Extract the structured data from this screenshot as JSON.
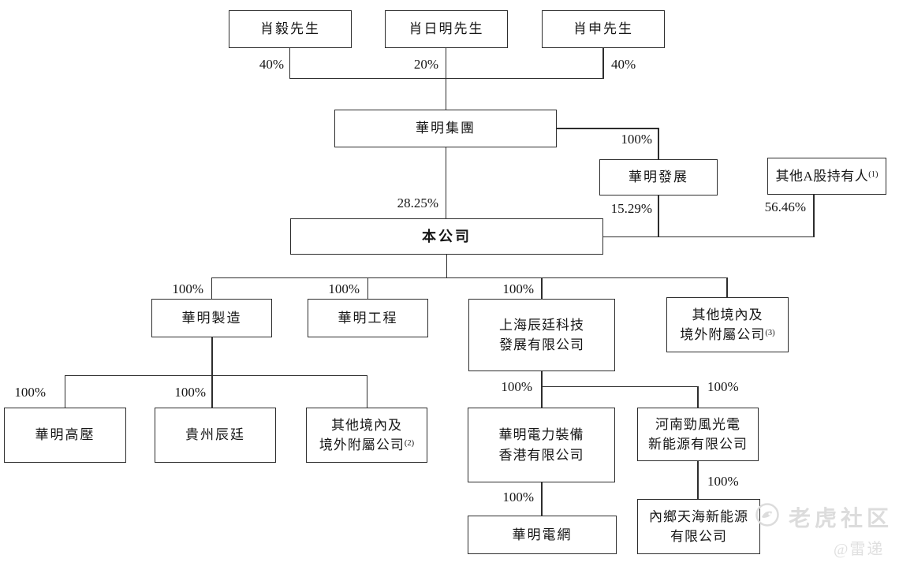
{
  "colors": {
    "line": "#2d2d2d",
    "box_border": "#2d2d2d",
    "watermark": "#dcdcdc"
  },
  "diagram": {
    "nodes": {
      "xiao_yi": {
        "label": "肖毅先生"
      },
      "xiao_riming": {
        "label": "肖日明先生"
      },
      "xiao_shen": {
        "label": "肖申先生"
      },
      "huaming_group": {
        "label": "華明集團"
      },
      "huaming_development": {
        "label": "華明發展"
      },
      "other_a_shareholders": {
        "label": "其他A股持有人",
        "sup": "(1)"
      },
      "company": {
        "label": "本公司"
      },
      "huaming_manufacturing": {
        "label": "華明製造"
      },
      "huaming_engineering": {
        "label": "華明工程"
      },
      "shanghai_chenting": {
        "line1": "上海辰廷科技",
        "line2": "發展有限公司"
      },
      "other_subsidiaries_3": {
        "line1": "其他境內及",
        "line2": "境外附屬公司",
        "sup": "(3)"
      },
      "huaming_high_voltage": {
        "label": "華明高壓"
      },
      "guizhou_chenting": {
        "label": "貴州辰廷"
      },
      "other_subsidiaries_2": {
        "line1": "其他境內及",
        "line2": "境外附屬公司",
        "sup": "(2)"
      },
      "huaming_power_hk": {
        "line1": "華明電力裝備",
        "line2": "香港有限公司"
      },
      "henan_jinfeng": {
        "line1": "河南勁風光電",
        "line2": "新能源有限公司"
      },
      "huaming_grid": {
        "label": "華明電網"
      },
      "neixiang_tianhai": {
        "line1": "內鄉天海新能源",
        "line2": "有限公司"
      }
    },
    "ownership_labels": {
      "xiao_yi": "40%",
      "xiao_riming": "20%",
      "xiao_shen": "40%",
      "group_to_development": "100%",
      "group_to_company": "28.25%",
      "development_to_company": "15.29%",
      "other_a_to_company": "56.46%",
      "pct_100": "100%"
    },
    "edges": [
      {
        "from": "肖毅先生",
        "to": "華明集團",
        "ownership": "40%"
      },
      {
        "from": "肖日明先生",
        "to": "華明集團",
        "ownership": "20%"
      },
      {
        "from": "肖申先生",
        "to": "華明集團",
        "ownership": "40%"
      },
      {
        "from": "華明集團",
        "to": "華明發展",
        "ownership": "100%"
      },
      {
        "from": "華明集團",
        "to": "本公司",
        "ownership": "28.25%"
      },
      {
        "from": "華明發展",
        "to": "本公司",
        "ownership": "15.29%"
      },
      {
        "from": "其他A股持有人(1)",
        "to": "本公司",
        "ownership": "56.46%"
      },
      {
        "from": "本公司",
        "to": "華明製造",
        "ownership": "100%"
      },
      {
        "from": "本公司",
        "to": "華明工程",
        "ownership": "100%"
      },
      {
        "from": "本公司",
        "to": "上海辰廷科技發展有限公司",
        "ownership": "100%"
      },
      {
        "from": "本公司",
        "to": "其他境內及境外附屬公司(3)",
        "ownership": ""
      },
      {
        "from": "華明製造",
        "to": "華明高壓",
        "ownership": "100%"
      },
      {
        "from": "華明製造",
        "to": "貴州辰廷",
        "ownership": "100%"
      },
      {
        "from": "華明製造",
        "to": "其他境內及境外附屬公司(2)",
        "ownership": ""
      },
      {
        "from": "上海辰廷科技發展有限公司",
        "to": "華明電力裝備香港有限公司",
        "ownership": "100%"
      },
      {
        "from": "上海辰廷科技發展有限公司",
        "to": "河南勁風光電新能源有限公司",
        "ownership": "100%"
      },
      {
        "from": "華明電力裝備香港有限公司",
        "to": "華明電網",
        "ownership": "100%"
      },
      {
        "from": "河南勁風光電新能源有限公司",
        "to": "內鄉天海新能源有限公司",
        "ownership": "100%"
      }
    ]
  },
  "watermark": {
    "brand": "老虎社区",
    "handle": "@雷递"
  }
}
